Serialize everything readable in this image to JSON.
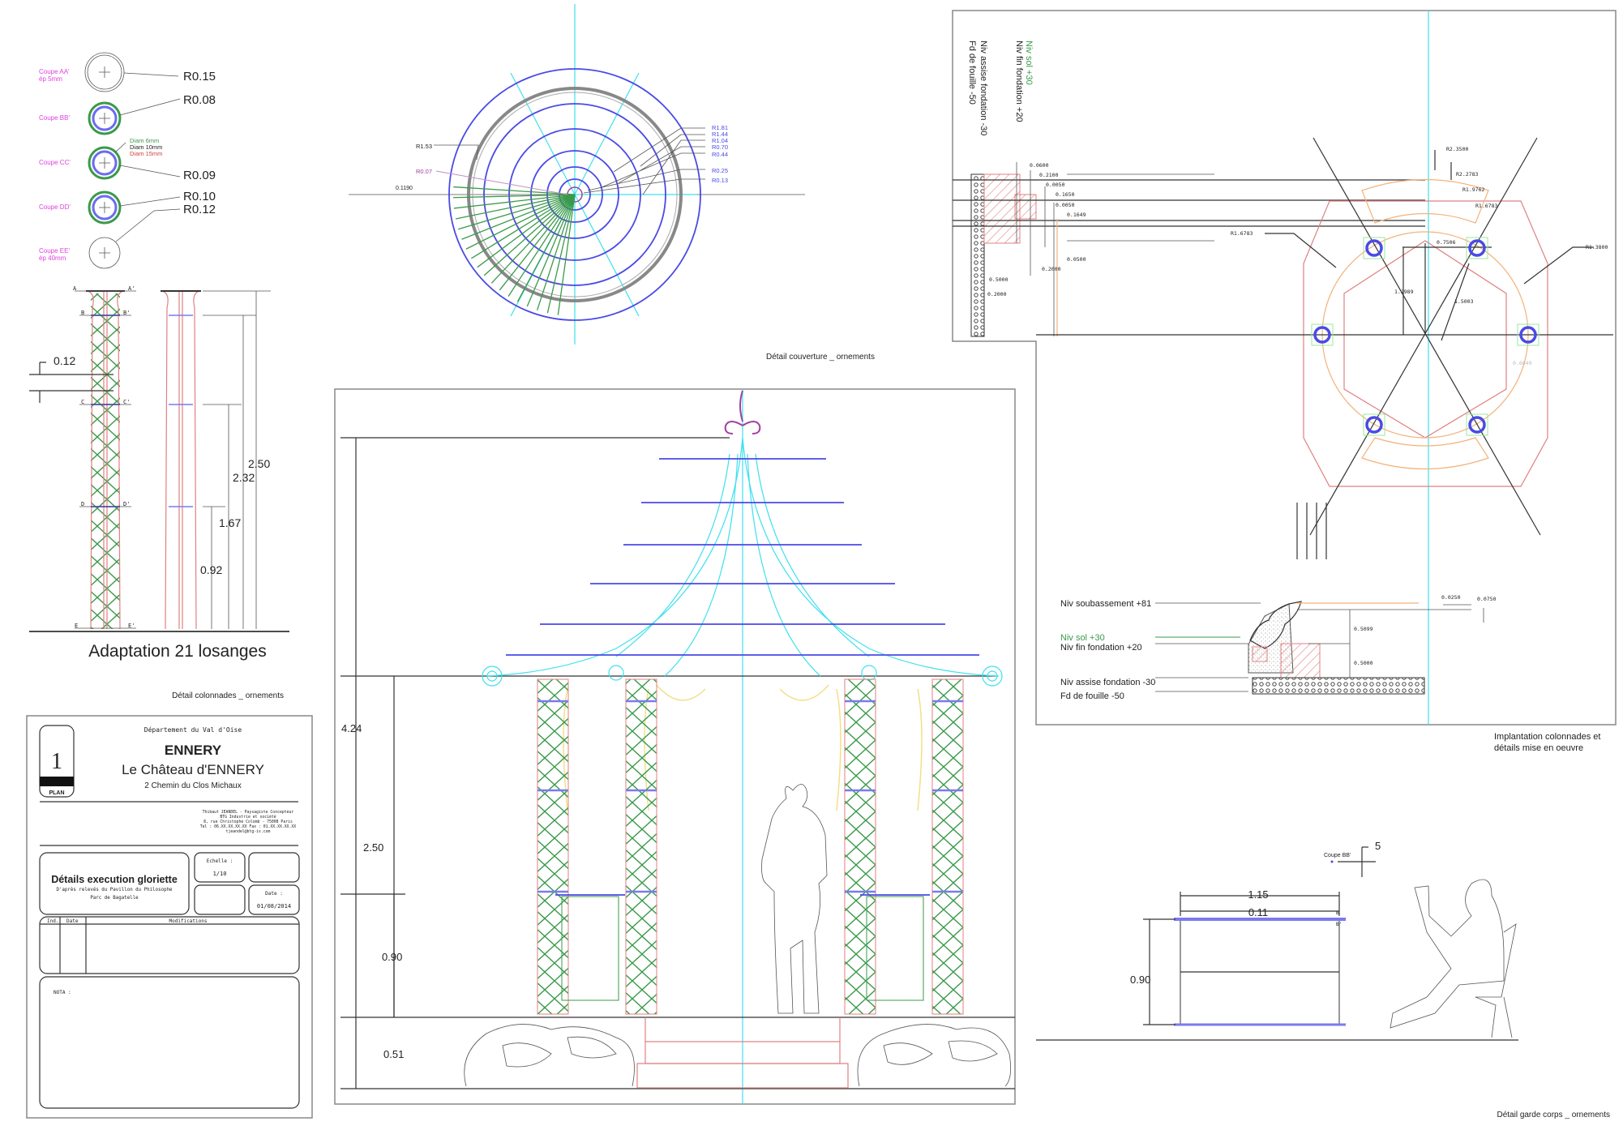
{
  "sections": {
    "labels": [
      "Coupe AA'",
      "ép 5mm",
      "Coupe BB'",
      "Coupe CC'",
      "Coupe DD'",
      "Coupe EE'",
      "ép 40mm"
    ],
    "radii": [
      "R0.15",
      "R0.08",
      "R0.09",
      "R0.10",
      "R0.12"
    ],
    "diameters": [
      "Diam 6mm",
      "Diam 10mm",
      "Diam 15mm"
    ]
  },
  "colonnade": {
    "markers": [
      "A",
      "A'",
      "B",
      "B'",
      "C",
      "C'",
      "D",
      "D'",
      "E",
      "E'"
    ],
    "dims": [
      "0.12",
      "2.50",
      "2.32",
      "1.67",
      "0.92"
    ],
    "title": "Adaptation 21 losanges",
    "caption": "Détail colonnades _ ornements"
  },
  "couverture": {
    "left_labels": [
      "R1.53",
      "R0.07",
      "0.1190"
    ],
    "right_labels": [
      "R1.81",
      "R1.44",
      "R1.04",
      "R0.70",
      "R0.44",
      "R0.25",
      "R0.13"
    ],
    "caption": "Détail couverture _ ornements"
  },
  "implantation": {
    "vertical_labels": [
      "Niv sol +30",
      "Niv fin fondation +20",
      "Niv assise fondation -30",
      "Fd de fouille -50"
    ],
    "small_dims": [
      "0.0600",
      "0.2100",
      "0.0050",
      "0.1650",
      "0.0050",
      "0.1649",
      "0.0500",
      "0.2000",
      "0.5000",
      "0.2000"
    ],
    "radii": [
      "R2.3500",
      "R2.2783",
      "R1.9762",
      "R1.6783",
      "R1.6783",
      "R1.3800"
    ],
    "inner_dims": [
      "0.7506",
      "1.2989",
      "1.5003",
      "0.6049"
    ],
    "levels": [
      "Niv soubassement +81",
      "Niv sol +30",
      "Niv fin fondation +20",
      "Niv assise fondation -30",
      "Fd de fouille -50"
    ],
    "section_dims": [
      "0.0250",
      "0.0750",
      "0.5099",
      "0.5000"
    ],
    "caption_line1": "Implantation colonnades et",
    "caption_line2": "détails mise en oeuvre"
  },
  "gloriette": {
    "dims": [
      "4.24",
      "2.50",
      "0.90",
      "0.51"
    ]
  },
  "garde_corps": {
    "section_label": "Coupe BB'",
    "section_dim": "5",
    "dims": [
      "1.15",
      "0.11",
      "0.90"
    ],
    "markers": [
      "B",
      "B'"
    ],
    "caption": "Détail garde corps _ ornements"
  },
  "title_block": {
    "plan_number": "1",
    "plan_label": "PLAN",
    "department": "Département du Val d'Oise",
    "town": "ENNERY",
    "site": "Le Château d'ENNERY",
    "address": "2 Chemin du Clos Michaux",
    "author_lines": [
      "Thibaut JEANDEL - Paysagiste Concepteur",
      "BTG Industrie et société",
      "8, rue Christophe Colomb - 75008 Paris",
      "Tel : 06.XX.XX.XX.XX  Fax : 01.XX.XX.XX.XX",
      "tjeandel@btg-is.com"
    ],
    "drawing_title": "Détails execution gloriette",
    "drawing_sub1": "D'après relevés du Pavillon du Philosophe",
    "drawing_sub2": "Parc de Bagatelle",
    "scale_label": "Echelle :",
    "scale_value": "1/10",
    "date_label": "Date :",
    "date_value": "01/08/2014",
    "col_ind": "Ind.",
    "col_date": "Date",
    "col_modifications": "Modifications",
    "nota": "NOTA :"
  },
  "colors": {
    "blue": "#4a4ae6",
    "cyan": "#3ee0ee",
    "red": "#e08080",
    "green": "#3a9a4a",
    "orange": "#f3b27a",
    "magenta": "#e040e0",
    "yellow": "#f1e08a"
  }
}
